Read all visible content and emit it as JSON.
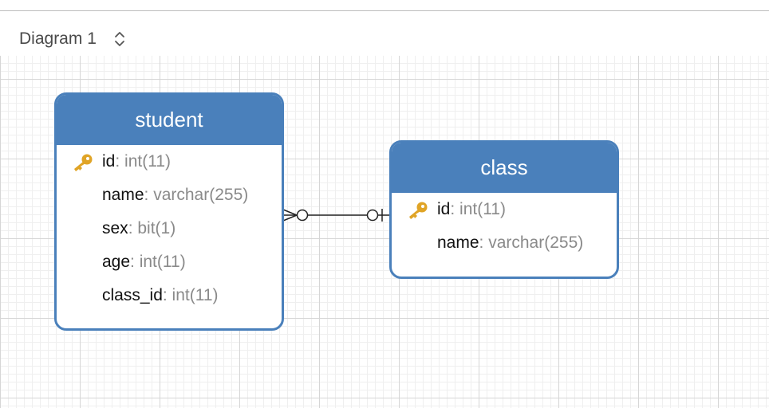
{
  "toolbar": {
    "diagram_name": "Diagram 1"
  },
  "tables": {
    "student": {
      "name": "student",
      "columns": [
        {
          "name": "id",
          "type": ": int(11)",
          "key": "primary-key-icon"
        },
        {
          "name": "name",
          "type": ": varchar(255)"
        },
        {
          "name": "sex",
          "type": ": bit(1)"
        },
        {
          "name": "age",
          "type": ": int(11)"
        },
        {
          "name": "class_id",
          "type": ": int(11)"
        }
      ]
    },
    "class": {
      "name": "class",
      "columns": [
        {
          "name": "id",
          "type": ": int(11)",
          "key": "primary-key-icon"
        },
        {
          "name": "name",
          "type": ": varchar(255)"
        }
      ]
    }
  },
  "relationship": {
    "from": "student",
    "to": "class",
    "from_cardinality": "zero-or-many",
    "to_cardinality": "zero-or-one"
  },
  "colors": {
    "table_header": "#4a80bb",
    "key_icon": "#e0a426",
    "type_text": "#8a8a8a",
    "grid": "#d6d6d6"
  }
}
